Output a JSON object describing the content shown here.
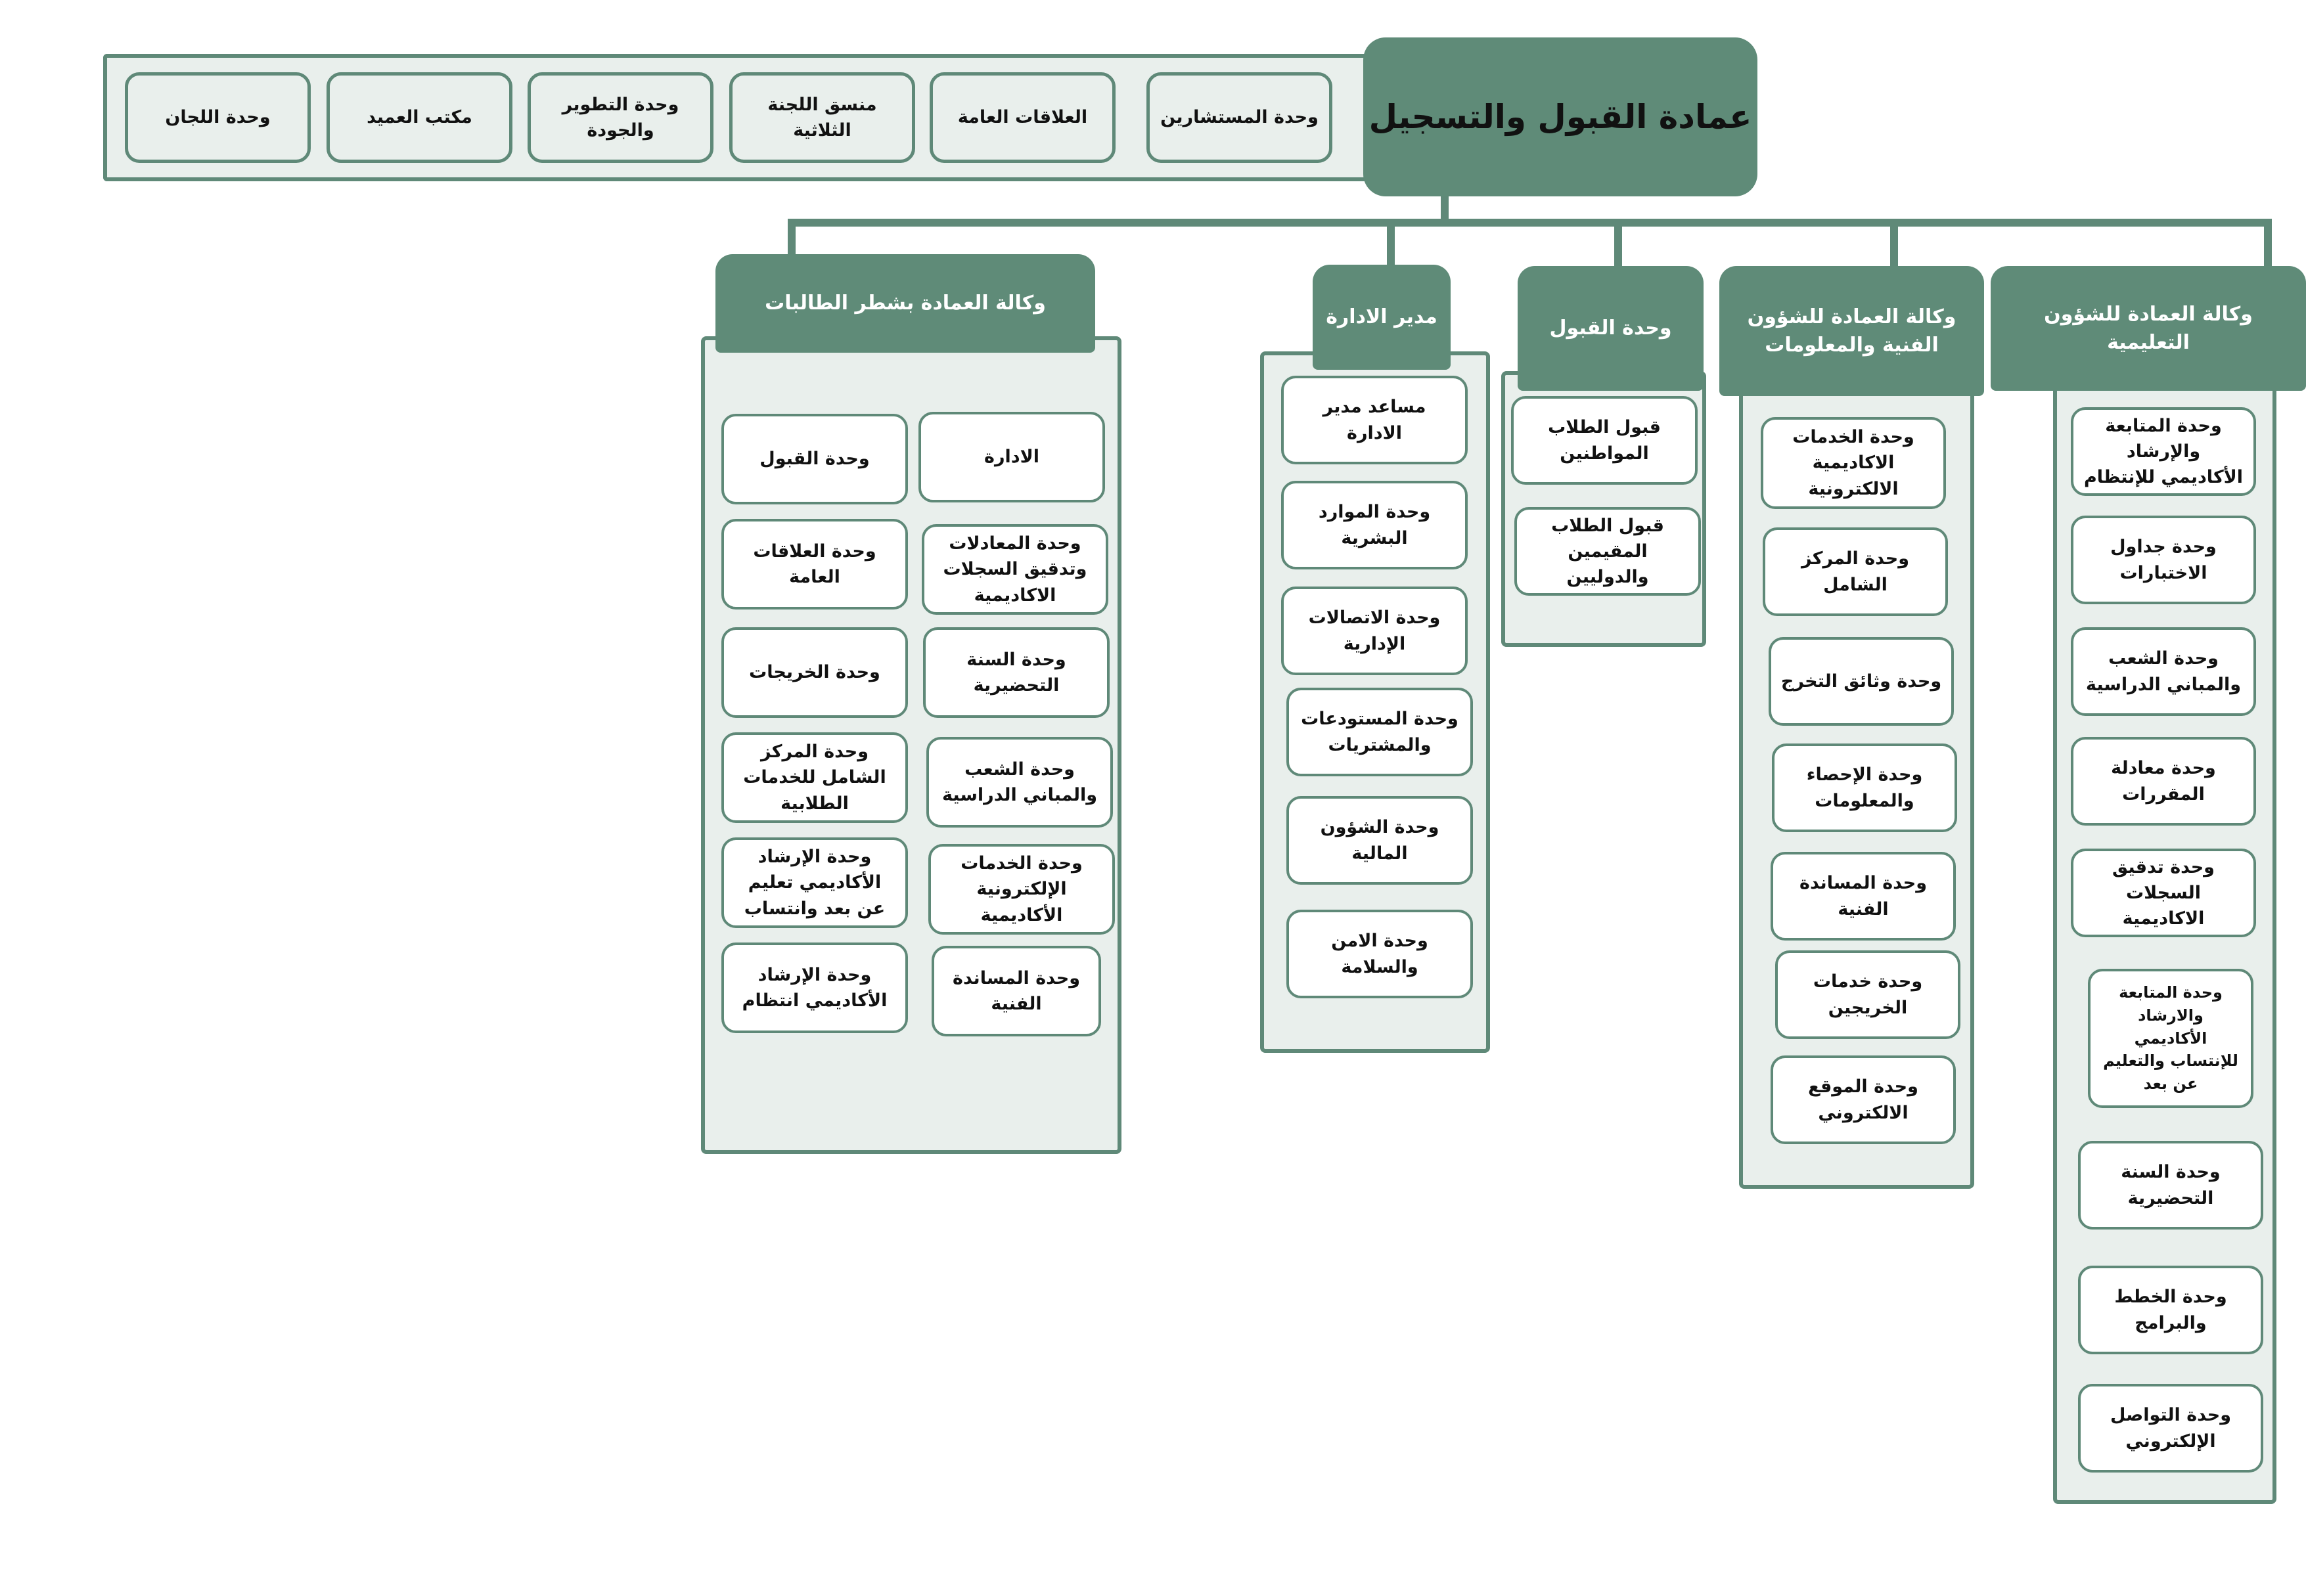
{
  "dean": "عمادة القبول والتسجيل",
  "top_units": [
    "وحدة المستشارين",
    "العلاقات العامة",
    "منسق اللجنة الثلاثية",
    "وحدة التطوير والجودة",
    "مكتب العميد",
    "وحدة اللجان"
  ],
  "branches": {
    "academic": {
      "title": "وكالة العمادة للشؤون التعليمية",
      "items": [
        "وحدة المتابعة والإرشاد الأكاديمي للإنتظام",
        "وحدة جداول الاختبارات",
        "وحدة الشعب والمباني الدراسية",
        "وحدة معادلة المقررات",
        "وحدة تدقيق السجلات الاكاديمية",
        "وحدة المتابعة والارشاد الأكاديمي للإنتساب والتعليم عن بعد",
        "وحدة السنة التحضيرية",
        "وحدة الخطط والبرامج",
        "وحدة التواصل الإلكتروني"
      ]
    },
    "technical": {
      "title": "وكالة العمادة للشؤون الفنية والمعلومات",
      "items": [
        "وحدة الخدمات الاكاديمية الالكترونية",
        "وحدة المركز الشامل",
        "وحدة وثائق التخرج",
        "وحدة الإحصاء والمعلومات",
        "وحدة المساندة الفنية",
        "وحدة خدمات الخريجين",
        "وحدة الموقع الالكتروني"
      ]
    },
    "admission": {
      "title": "وحدة القبول",
      "items": [
        "قبول الطلاب المواطنين",
        "قبول الطلاب المقيمين والدوليين"
      ]
    },
    "admin": {
      "title": "مدير الادارة",
      "items": [
        "مساعد مدير الادارة",
        "وحدة الموارد البشرية",
        "وحدة الاتصالات الإدارية",
        "وحدة المستودعات والمشتريات",
        "وحدة الشؤون المالية",
        "وحدة الامن والسلامة"
      ]
    },
    "female": {
      "title": "وكالة العمادة بشطر الطالبات",
      "right_items": [
        "الادارة",
        "وحدة المعادلات وتدقيق السجلات الاكاديمية",
        "وحدة السنة التحضيرية",
        "وحدة الشعب والمباني الدراسية",
        "وحدة الخدمات الإلكترونية الأكاديمية",
        "وحدة المساندة الفنية"
      ],
      "left_items": [
        "وحدة القبول",
        "وحدة العلاقات العامة",
        "وحدة الخريجات",
        "وحدة المركز الشامل للخدمات الطلابية",
        "وحدة الإرشاد الأكاديمي تعليم عن بعد وانتساب",
        "وحدة الإرشاد الأكاديمي انتظام"
      ]
    }
  },
  "colors": {
    "primary": "#5f8b78",
    "panel": "#e9efec",
    "border": "#5f8978"
  }
}
